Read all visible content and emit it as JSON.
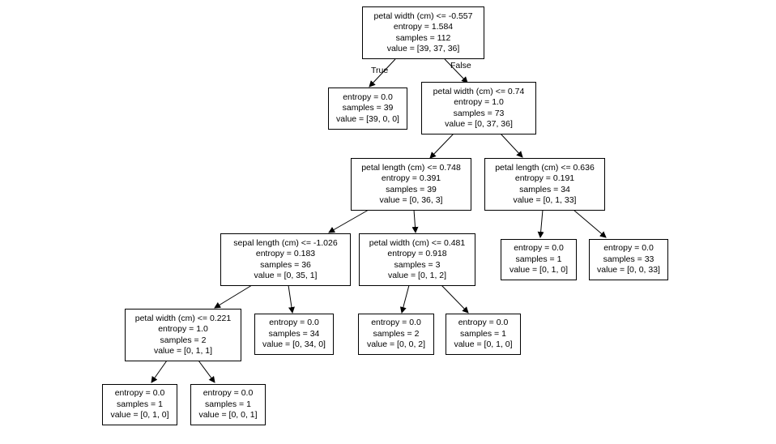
{
  "edge_labels": {
    "true_label": "True",
    "false_label": "False"
  },
  "nodes": {
    "root": {
      "lines": [
        "petal width (cm) <= -0.557",
        "entropy = 1.584",
        "samples = 112",
        "value = [39, 37, 36]"
      ]
    },
    "n1": {
      "lines": [
        "entropy = 0.0",
        "samples = 39",
        "value = [39, 0, 0]"
      ]
    },
    "n2": {
      "lines": [
        "petal width (cm) <= 0.74",
        "entropy = 1.0",
        "samples = 73",
        "value = [0, 37, 36]"
      ]
    },
    "n3": {
      "lines": [
        "petal length (cm) <= 0.748",
        "entropy = 0.391",
        "samples = 39",
        "value = [0, 36, 3]"
      ]
    },
    "n4": {
      "lines": [
        "petal length (cm) <= 0.636",
        "entropy = 0.191",
        "samples = 34",
        "value = [0, 1, 33]"
      ]
    },
    "n5": {
      "lines": [
        "sepal length (cm) <= -1.026",
        "entropy = 0.183",
        "samples = 36",
        "value = [0, 35, 1]"
      ]
    },
    "n6": {
      "lines": [
        "petal width (cm) <= 0.481",
        "entropy = 0.918",
        "samples = 3",
        "value = [0, 1, 2]"
      ]
    },
    "n7": {
      "lines": [
        "entropy = 0.0",
        "samples = 1",
        "value = [0, 1, 0]"
      ]
    },
    "n8": {
      "lines": [
        "entropy = 0.0",
        "samples = 33",
        "value = [0, 0, 33]"
      ]
    },
    "n9": {
      "lines": [
        "petal width (cm) <= 0.221",
        "entropy = 1.0",
        "samples = 2",
        "value = [0, 1, 1]"
      ]
    },
    "n10": {
      "lines": [
        "entropy = 0.0",
        "samples = 34",
        "value = [0, 34, 0]"
      ]
    },
    "n11": {
      "lines": [
        "entropy = 0.0",
        "samples = 2",
        "value = [0, 0, 2]"
      ]
    },
    "n12": {
      "lines": [
        "entropy = 0.0",
        "samples = 1",
        "value = [0, 1, 0]"
      ]
    },
    "n13": {
      "lines": [
        "entropy = 0.0",
        "samples = 1",
        "value = [0, 1, 0]"
      ]
    },
    "n14": {
      "lines": [
        "entropy = 0.0",
        "samples = 1",
        "value = [0, 0, 1]"
      ]
    }
  }
}
